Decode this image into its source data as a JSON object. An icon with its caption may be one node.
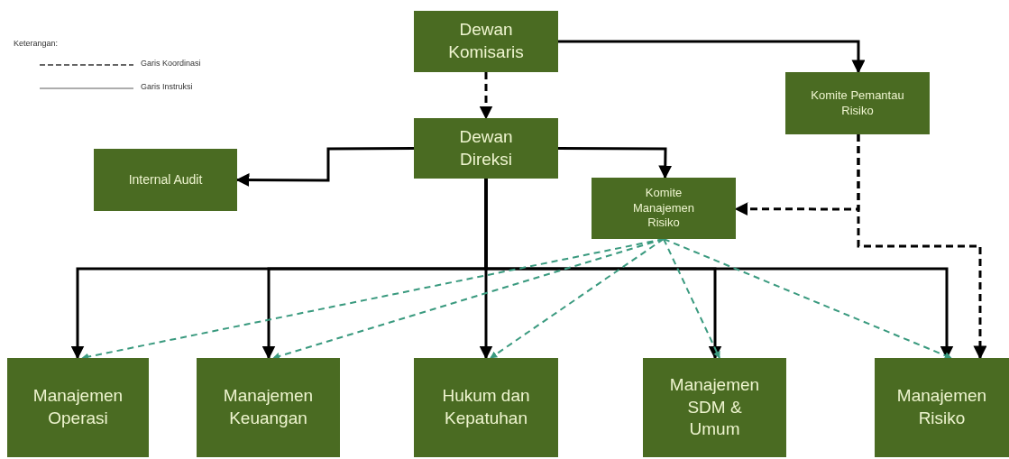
{
  "diagram": {
    "nodes": [
      {
        "text": [
          "Dewan Komisaris"
        ]
      },
      {
        "text": [
          "Dewan Direksi"
        ]
      },
      {
        "text": [
          "Internal Audit"
        ]
      },
      {
        "text": [
          "Komite Pemantau Risiko"
        ]
      },
      {
        "text": [
          "Komite Manajemen Risiko"
        ]
      },
      {
        "text": [
          "Manajemen Operasi"
        ]
      },
      {
        "text": [
          "Manajemen Keuangan"
        ]
      },
      {
        "text": [
          "Hukum dan Kepatuhan"
        ]
      },
      {
        "text": [
          "Manajemen SDM & Umum"
        ]
      },
      {
        "text": [
          "Manajemen Risiko"
        ]
      }
    ],
    "edges": [
      {
        "from": 0,
        "to": 1,
        "arrow": "to",
        "style": "dashed"
      },
      {
        "from": 0,
        "to": 3,
        "arrow": "to"
      },
      {
        "from": 1,
        "to": 2,
        "arrow": "to"
      },
      {
        "from": 1,
        "to": 4,
        "arrow": "to"
      },
      {
        "from": 3,
        "to": 4,
        "arrow": "to",
        "style": "dashed"
      },
      {
        "from": 3,
        "to": 9,
        "arrow": "to",
        "style": "dashed"
      },
      {
        "from": 1,
        "to": 5,
        "arrow": "to"
      },
      {
        "from": 1,
        "to": 6,
        "arrow": "to"
      },
      {
        "from": 1,
        "to": 7,
        "arrow": "to"
      },
      {
        "from": 1,
        "to": 8,
        "arrow": "to"
      },
      {
        "from": 1,
        "to": 9,
        "arrow": "to"
      },
      {
        "from": 4,
        "to": 5,
        "arrow": "to",
        "style": "dashed",
        "color": "#3a9a7f"
      },
      {
        "from": 4,
        "to": 6,
        "arrow": "to",
        "style": "dashed",
        "color": "#3a9a7f"
      },
      {
        "from": 4,
        "to": 7,
        "arrow": "to",
        "style": "dashed",
        "color": "#3a9a7f"
      },
      {
        "from": 4,
        "to": 8,
        "arrow": "to",
        "style": "dashed",
        "color": "#3a9a7f"
      },
      {
        "from": 4,
        "to": 9,
        "arrow": "to",
        "style": "dashed",
        "color": "#3a9a7f"
      }
    ],
    "labels": [
      "Keterangan:"
    ],
    "legend": [
      {
        "text": "Garis Koordinasi"
      },
      {
        "text": "Garis Instruksi"
      }
    ]
  }
}
